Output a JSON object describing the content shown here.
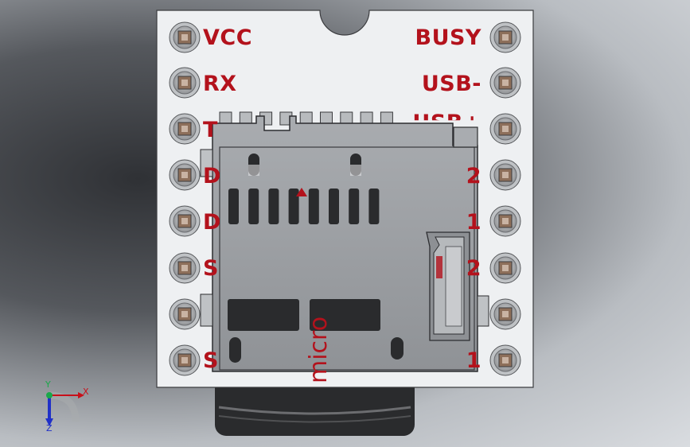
{
  "labels": {
    "left": [
      "VCC",
      "RX",
      "T",
      "D",
      "D",
      "S",
      "",
      "S"
    ],
    "right": [
      "BUSY",
      "USB-",
      "USB+",
      "2",
      "1",
      "2",
      "",
      "1"
    ]
  },
  "card": {
    "text": "micro"
  },
  "triad": {
    "x_label": "X",
    "y_label": "Y",
    "z_label": "Z"
  },
  "colors": {
    "board": "#eef0f2",
    "label_red": "#b3121c",
    "socket_metal": "#9ea1a5",
    "card_black": "#2a2b2d"
  }
}
